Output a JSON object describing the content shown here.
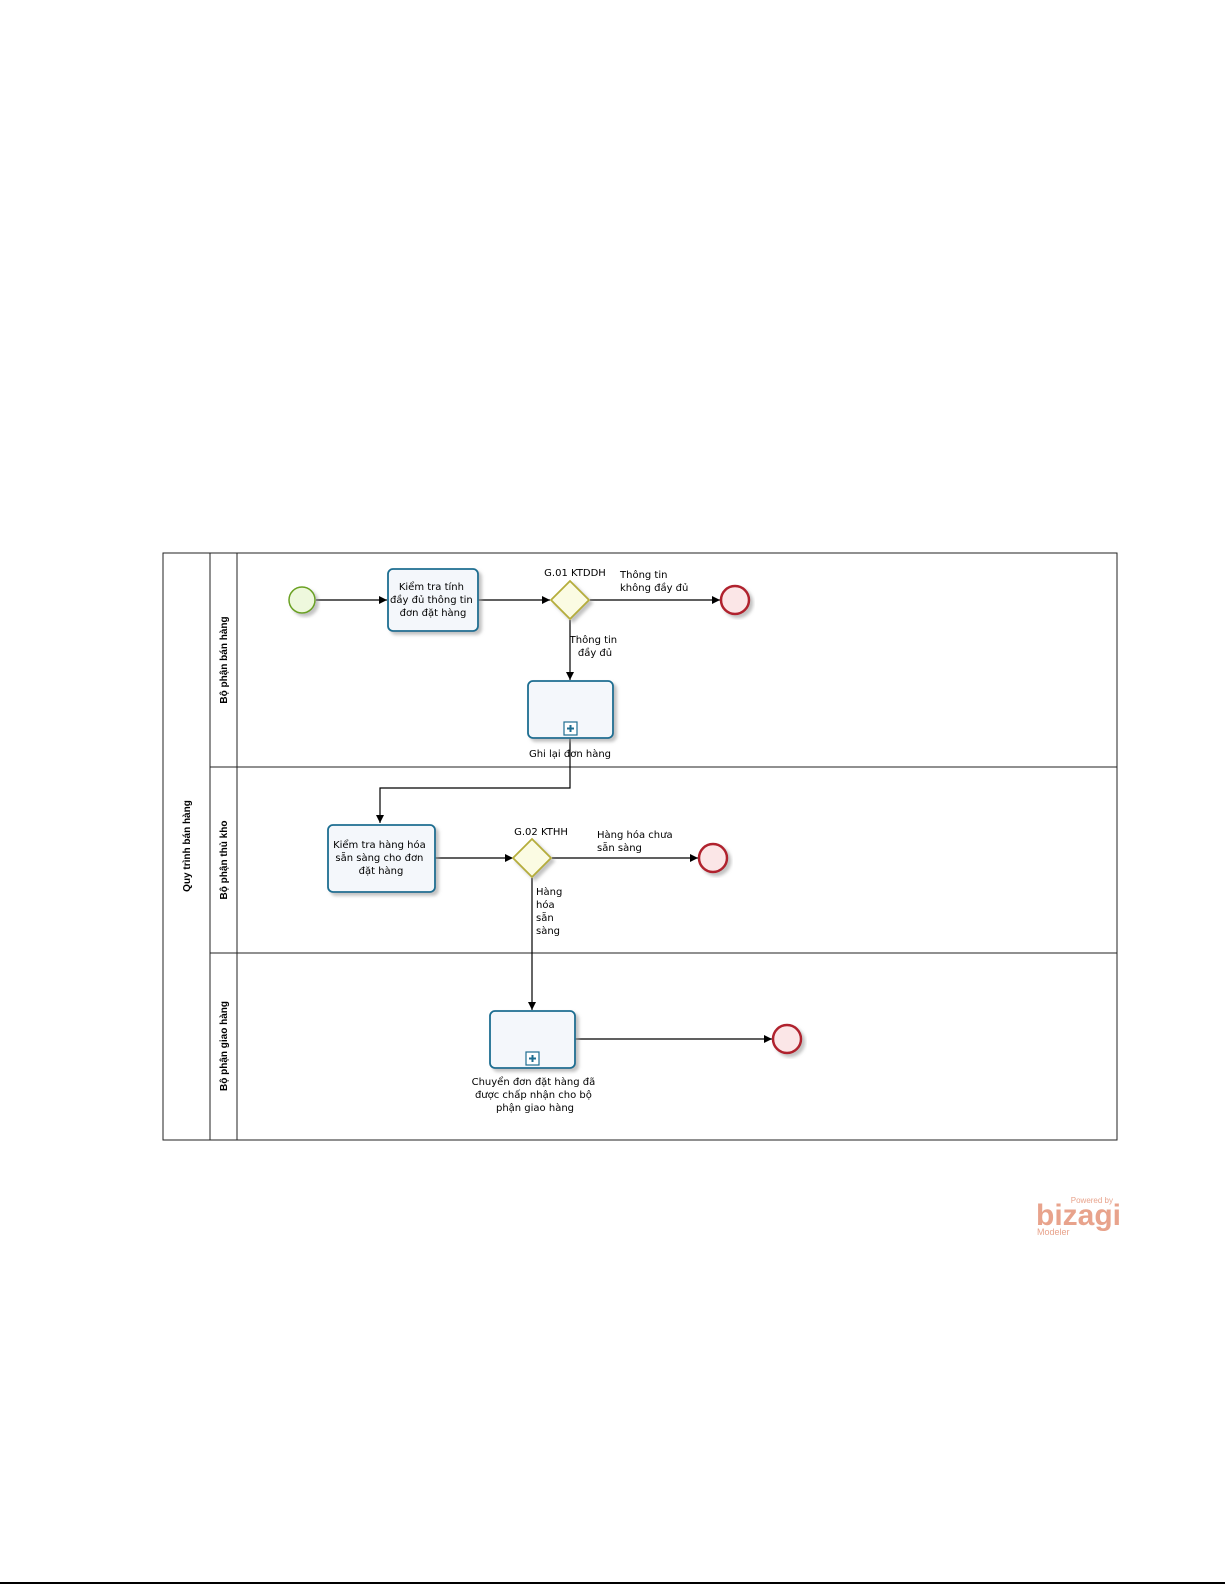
{
  "pool": {
    "title": "Quy trình bán hàng"
  },
  "lanes": [
    {
      "id": "ban-hang",
      "label": "Bộ phận bán hàng"
    },
    {
      "id": "thu-kho",
      "label": "Bộ phận thủ kho"
    },
    {
      "id": "giao-hang",
      "label": "Bộ phận giao hàng"
    }
  ],
  "tasks": {
    "check_order": [
      "Kiểm tra tính",
      "đầy đủ thông tin",
      "đơn đặt hàng"
    ],
    "record_order": [
      "Ghi lại đơn hàng"
    ],
    "check_stock": [
      "Kiểm tra hàng hóa",
      "sẵn sàng cho đơn",
      "đặt hàng"
    ],
    "transfer_order": [
      "Chuyển đơn đặt hàng đã",
      "được chấp nhận cho bộ",
      "phận giao hàng"
    ]
  },
  "gateways": {
    "g1": "G.01 KTDDH",
    "g2": "G.02 KTHH"
  },
  "flows": {
    "g1_incomplete": [
      "Thông tin",
      "không đầy đủ"
    ],
    "g1_complete": [
      "Thông tin",
      "đầy đủ"
    ],
    "g2_not_ready": [
      "Hàng hóa chưa",
      "sẵn sàng"
    ],
    "g2_ready": [
      "Hàng",
      "hóa",
      "sẵn",
      "sàng"
    ]
  },
  "watermark": {
    "powered": "Powered by",
    "brand": "bizagi",
    "product": "Modeler"
  },
  "colors": {
    "task_stroke": "#1f6e91",
    "task_fill": "#f4f7fb",
    "gateway_stroke": "#b5ad3a",
    "gateway_fill": "#fbfbe3",
    "start_stroke": "#6aa121",
    "start_fill": "#eef8dd",
    "end_stroke": "#b0232d",
    "end_fill": "#fbe6e7",
    "watermark": "#e8a38c"
  }
}
